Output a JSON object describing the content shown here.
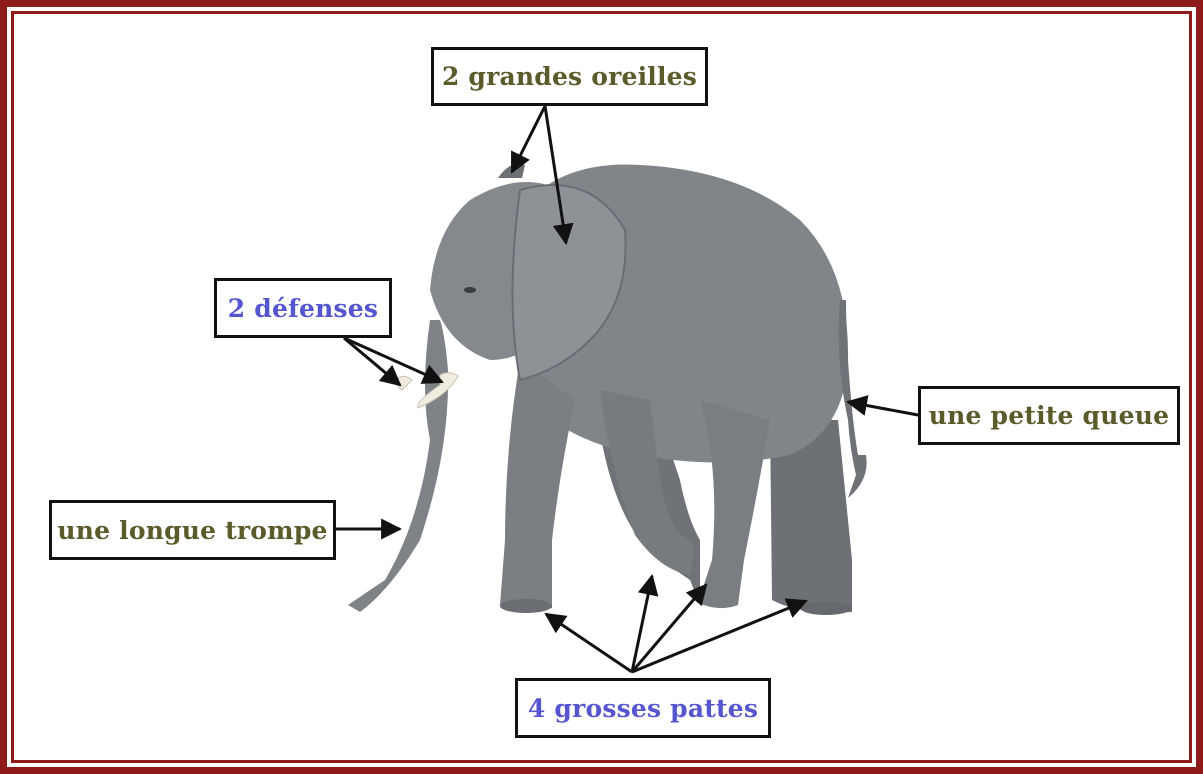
{
  "labels": {
    "ears": "2 grandes oreilles",
    "tusks": "2 défenses",
    "tail": "une petite queue",
    "trunk": "une longue trompe",
    "legs": "4 grosses pattes"
  },
  "colors": {
    "frame": "#8e1a1a",
    "olive_text": "#5b5a2b",
    "blue_text": "#5555d0",
    "elephant": "#7d8186"
  },
  "image": "elephant-photo"
}
